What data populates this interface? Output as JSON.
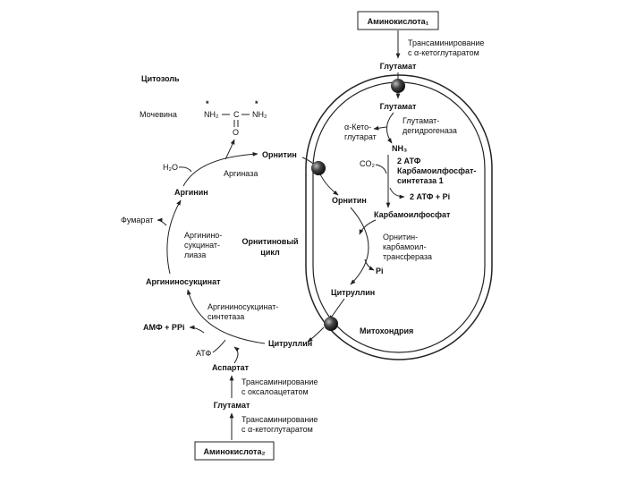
{
  "diagram": {
    "aa1": "Аминокислота₁",
    "aa2": "Аминокислота₂",
    "transam1_l1": "Трансаминирование",
    "transam1_l2": "с α-кетоглутаратом",
    "glutamate_top": "Глутамат",
    "glutamate_in": "Глутамат",
    "gdh_l1": "Глутамат-",
    "gdh_l2": "дегидрогеназа",
    "akg_l1": "α-Кето-",
    "akg_l2": "глутарат",
    "nh3": "NH₃",
    "co2": "CO₂",
    "atp2": "2 АТФ",
    "cps_l1": "Карбамоилфосфат-",
    "cps_l2": "синтетаза 1",
    "atp_pi": "2 АТФ + Pi",
    "cytosol": "Цитозоль",
    "urea": "Мочевина",
    "urea_nh2_left": "NH₂",
    "urea_c": "C",
    "urea_nh2_right": "NH₂",
    "urea_o": "O",
    "ornithine_cyt": "Орнитин",
    "ornithine_mito": "Орнитин",
    "carbamoyl_p": "Карбамоилфосфат",
    "otc_l1": "Орнитин-",
    "otc_l2": "карбамоил-",
    "otc_l3": "трансфераза",
    "pi": "Pi",
    "citrulline_mito": "Цитруллин",
    "citrulline_cyt": "Цитруллин",
    "mitochondria": "Митохондрия",
    "h2o": "H₂O",
    "arginase": "Аргиназа",
    "arginine": "Аргинин",
    "fumarate": "Фумарат",
    "asl_l1": "Аргинино-",
    "asl_l2": "сукцинат-",
    "asl_l3": "лиаза",
    "cycle_l1": "Орнитиновый",
    "cycle_l2": "цикл",
    "argsucc": "Аргининосукцинат",
    "ass_l1": "Аргининосукцинат-",
    "ass_l2": "синтетаза",
    "amp_ppi": "АМФ + PPi",
    "atp": "АТФ",
    "aspartate": "Аспартат",
    "transam2_l1": "Трансаминирование",
    "transam2_l2": "с оксалоацетатом",
    "glutamate_bottom": "Глутамат",
    "transam3_l1": "Трансаминирование",
    "transam3_l2": "с α-кетоглутаратом"
  }
}
